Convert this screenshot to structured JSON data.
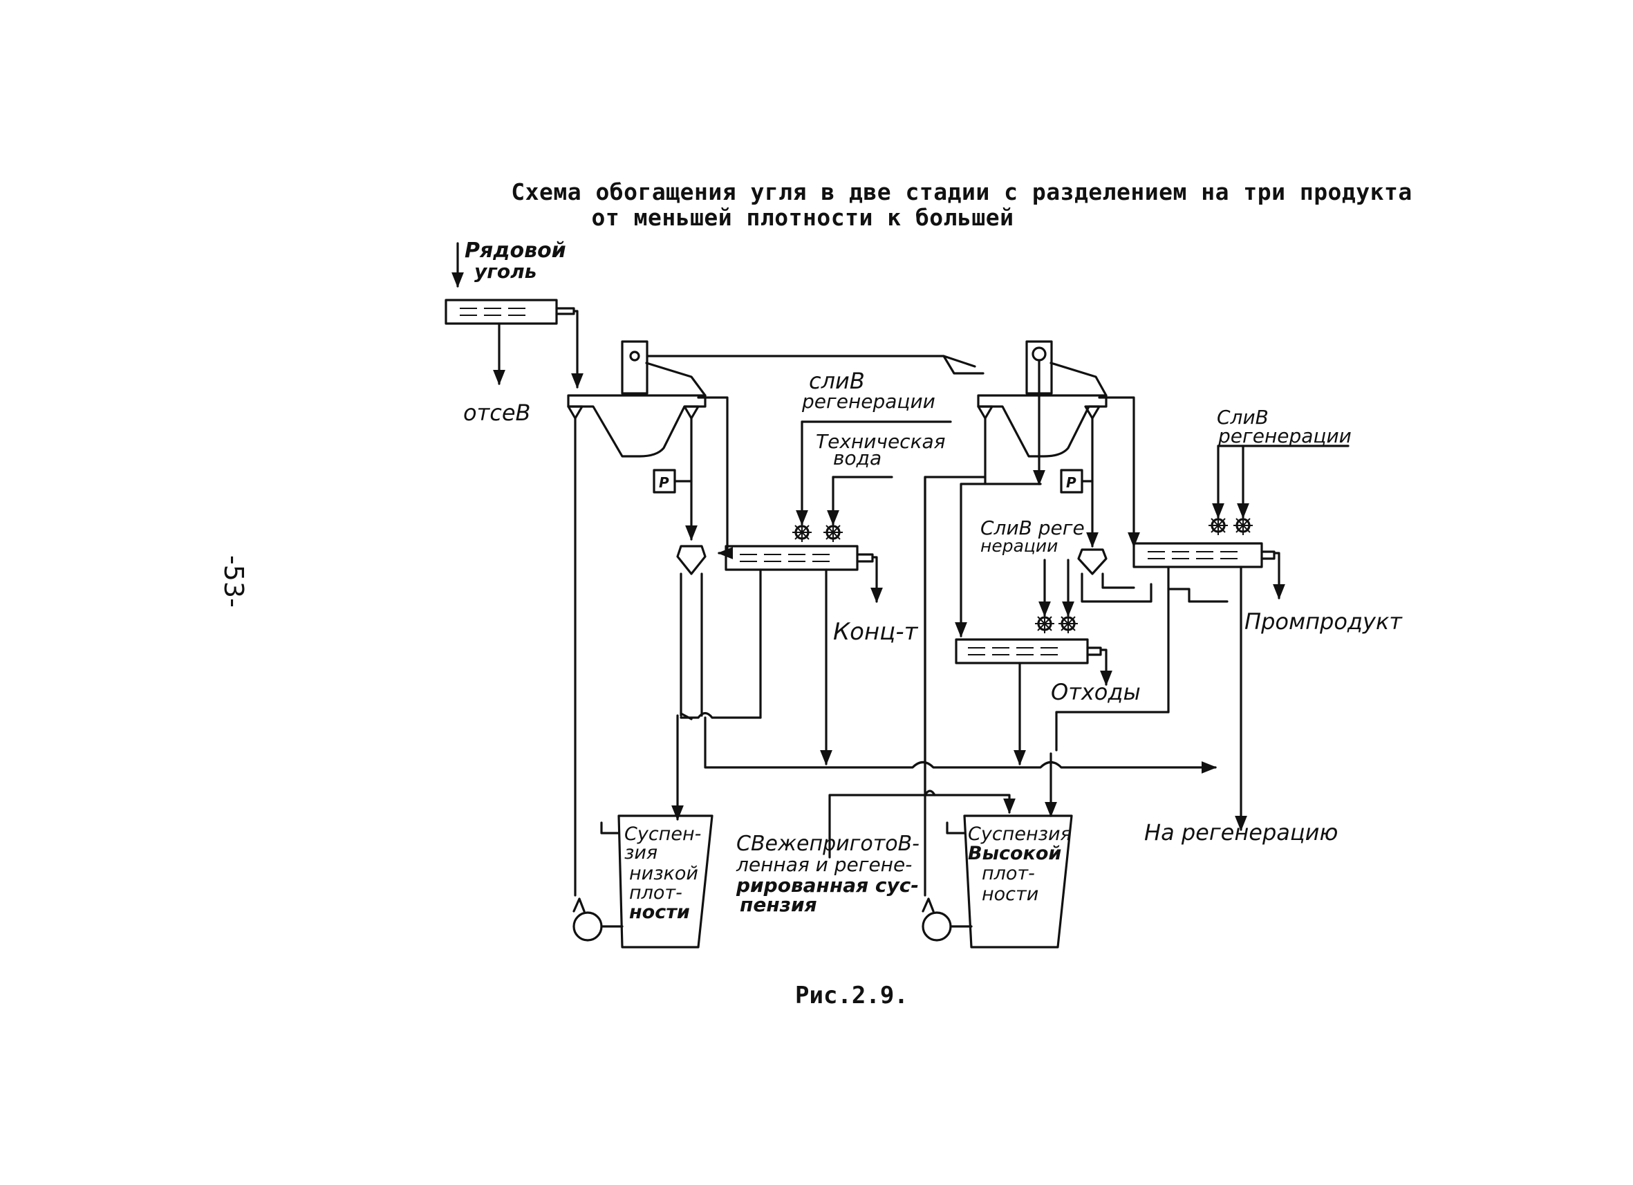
{
  "title": {
    "line1": "Схема обогащения угля в две стадии с разделением на три продукта",
    "line2": "от меньшей плотности к большей"
  },
  "page_number": "-53-",
  "figure_caption": "Рис.2.9.",
  "labels": {
    "raw_coal_1": "Рядовой",
    "raw_coal_2": "уголь",
    "screenings": "отсеВ",
    "overflow_regen_1a": "слиВ",
    "overflow_regen_1b": "регенерации",
    "tech_water_1": "Техническая",
    "tech_water_2": "вода",
    "overflow_regen_2a": "СлиВ",
    "overflow_regen_2b": "регенерации",
    "overflow_regen_3a": "СлиВ реге",
    "overflow_regen_3b": "нерации",
    "concentrate": "Конц-т",
    "middlings": "Промпродукт",
    "waste": "Отходы",
    "to_regen": "На регенерацию",
    "fresh_1": "СВежеприготоВ-",
    "fresh_2": "ленная и регене-",
    "fresh_3": "рированная сус-",
    "fresh_4": "пензия",
    "low_1": "Суспен-",
    "low_2": "зия",
    "low_3": "низкой",
    "low_4": "плот-",
    "low_5": "ности",
    "high_1": "Суспензия",
    "high_2": "Высокой",
    "high_3": "плот-",
    "high_4": "ности",
    "densimeter_1": "Р",
    "densimeter_2": "Р"
  }
}
